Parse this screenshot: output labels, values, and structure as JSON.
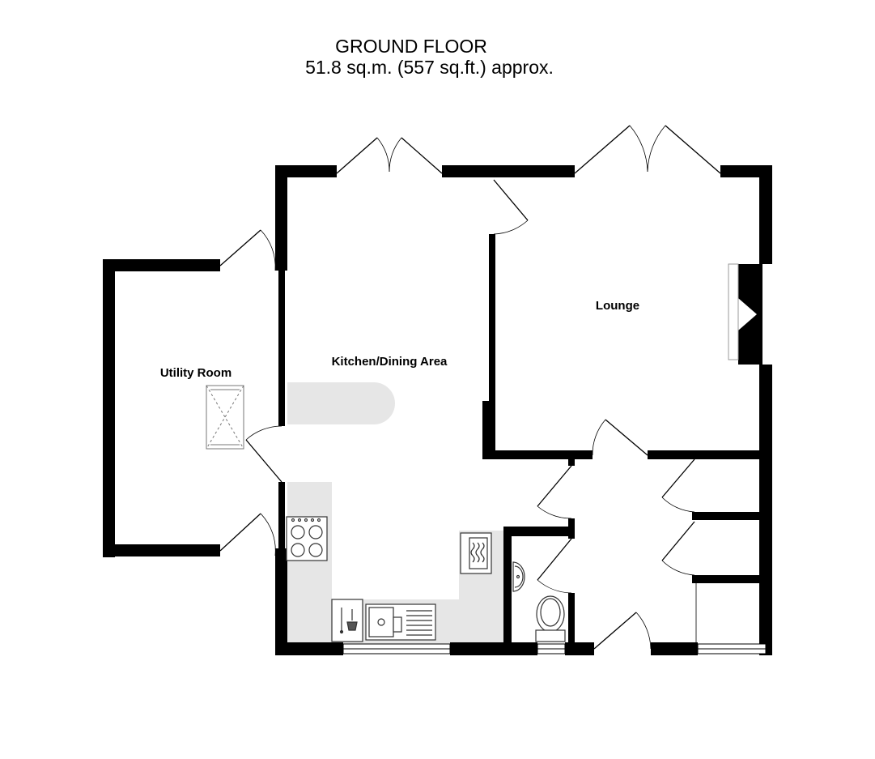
{
  "header": {
    "title": "GROUND FLOOR",
    "area": "51.8 sq.m. (557 sq.ft.) approx."
  },
  "rooms": {
    "utility": "Utility Room",
    "kitchen": "Kitchen/Dining Area",
    "lounge": "Lounge"
  },
  "colors": {
    "wall": "#000000",
    "counter": "#e6e6e6",
    "fixture_line": "#555555"
  }
}
